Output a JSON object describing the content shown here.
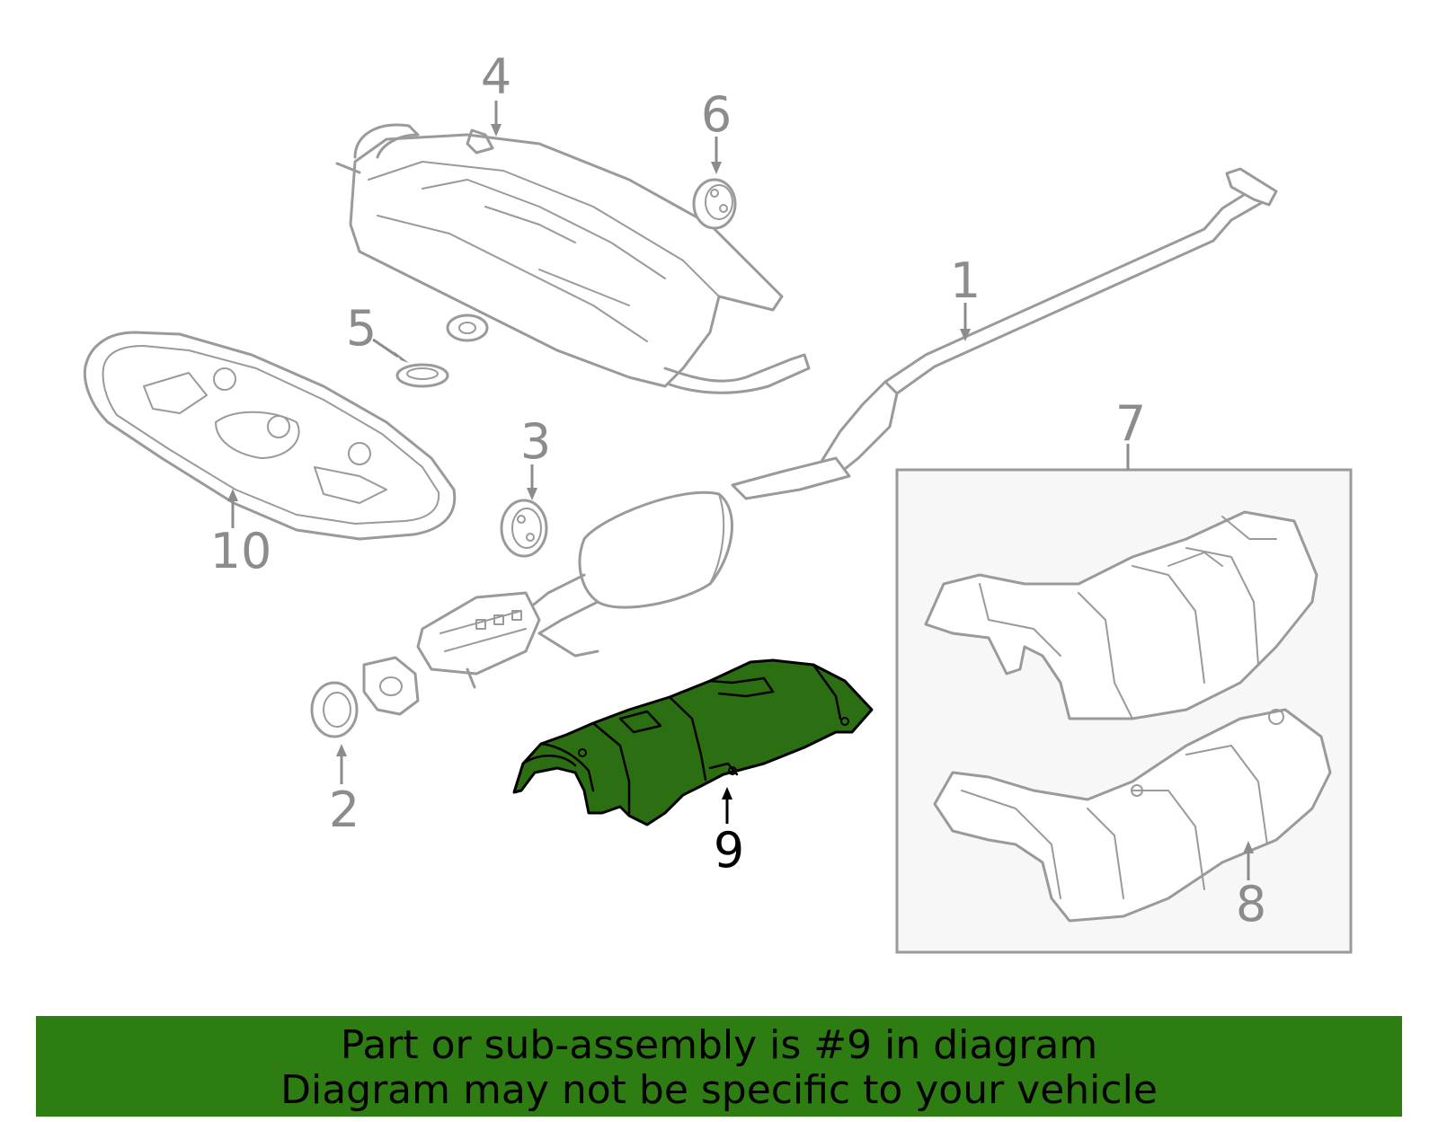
{
  "callouts": [
    {
      "id": "1",
      "label": "1"
    },
    {
      "id": "2",
      "label": "2"
    },
    {
      "id": "3",
      "label": "3"
    },
    {
      "id": "4",
      "label": "4"
    },
    {
      "id": "5",
      "label": "5"
    },
    {
      "id": "6",
      "label": "6"
    },
    {
      "id": "7",
      "label": "7"
    },
    {
      "id": "8",
      "label": "8"
    },
    {
      "id": "9",
      "label": "9"
    },
    {
      "id": "10",
      "label": "10"
    }
  ],
  "highlighted_part": "9",
  "colors": {
    "highlight": "#2c6e12",
    "banner": "#2e7d12",
    "line": "#9a9a9a"
  },
  "banner": {
    "line1": "Part or sub-assembly is #9 in diagram",
    "line2": "Diagram may not be specific to your vehicle"
  }
}
